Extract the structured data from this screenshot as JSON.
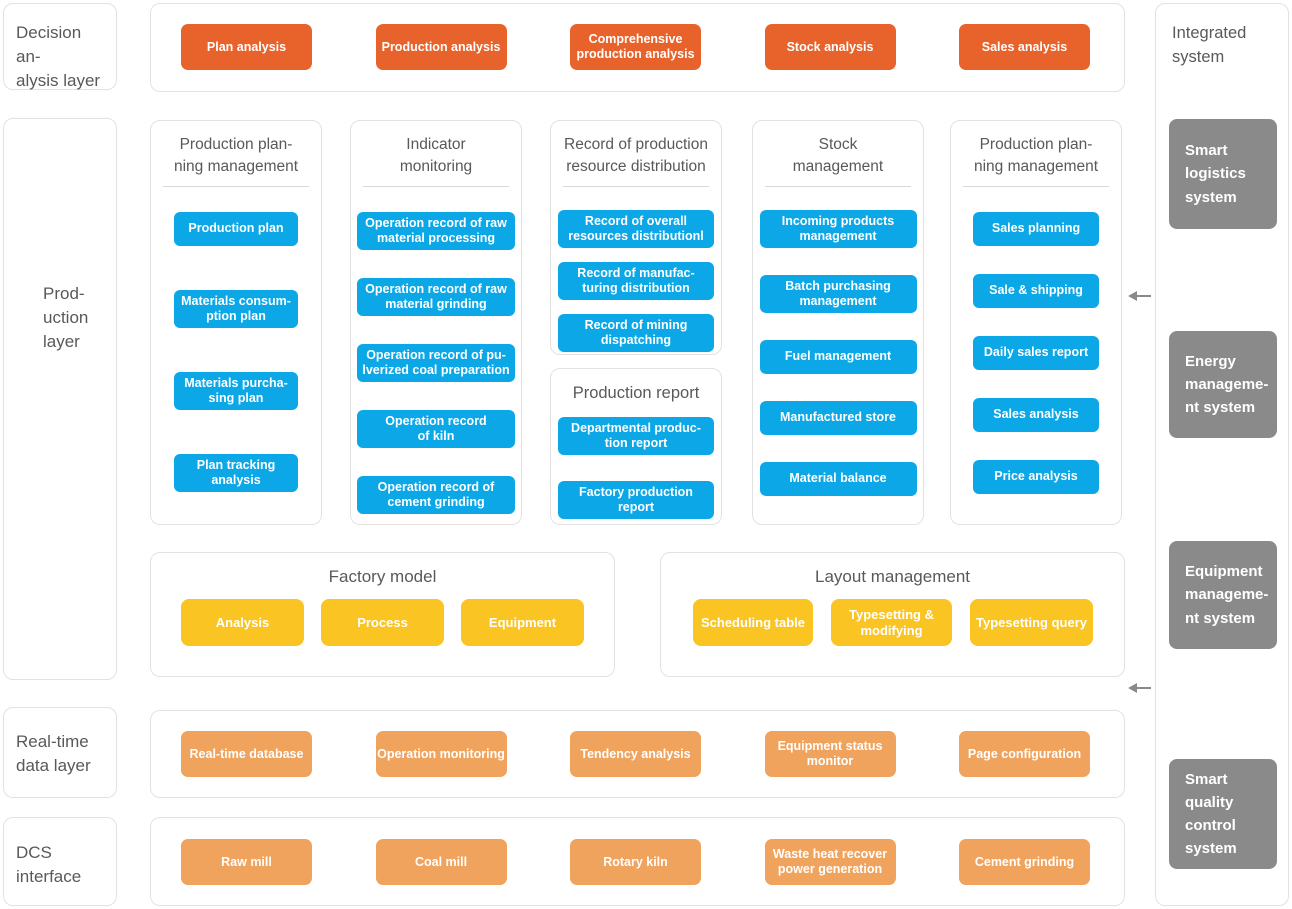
{
  "colors": {
    "orange": "#E8632C",
    "light_orange": "#F0A35C",
    "blue": "#0BA7E7",
    "yellow": "#FAC422",
    "gray_system_box": "#8A8A8A",
    "title_text": "#595959",
    "panel_border": "#E2E2E2"
  },
  "layers": {
    "decision": "Decision an-\nalysis layer",
    "production": "Prod-\nuction\nlayer",
    "realtime": "Real-time\ndata layer",
    "dcs": "DCS\ninterface"
  },
  "decision_row": [
    "Plan analysis",
    "Production analysis",
    "Comprehensive\nproduction analysis",
    "Stock analysis",
    "Sales analysis"
  ],
  "columns": [
    {
      "title": "Production plan-\nning management",
      "items": [
        "Production plan",
        "Materials consum-\nption plan",
        "Materials purcha-\nsing plan",
        "Plan tracking\nanalysis"
      ]
    },
    {
      "title": "Indicator\nmonitoring",
      "items": [
        "Operation record of raw\nmaterial processing",
        "Operation record of raw\nmaterial grinding",
        "Operation record of pu-\nlverized coal preparation",
        "Operation record\nof kiln",
        "Operation record of\ncement grinding"
      ]
    },
    {
      "title": "Record of production\nresource distribution",
      "items": [
        "Record of overall\nresources distributionl",
        "Record of manufac-\nturing distribution",
        "Record of mining\ndispatching"
      ]
    },
    {
      "title": "Production report",
      "items": [
        "Departmental produc-\ntion report",
        "Factory production\nreport"
      ]
    },
    {
      "title": "Stock\nmanagement",
      "items": [
        "Incoming products\nmanagement",
        "Batch purchasing\nmanagement",
        "Fuel management",
        "Manufactured store",
        "Material balance"
      ]
    },
    {
      "title": "Production plan-\nning management",
      "items": [
        "Sales planning",
        "Sale & shipping",
        "Daily sales report",
        "Sales analysis",
        "Price analysis"
      ]
    }
  ],
  "factory_model": {
    "title": "Factory model",
    "buttons": [
      "Analysis",
      "Process",
      "Equipment"
    ]
  },
  "layout_management": {
    "title": "Layout management",
    "buttons": [
      "Scheduling table",
      "Typesetting &\nmodifying",
      "Typesetting query"
    ]
  },
  "realtime_row": [
    "Real-time database",
    "Operation monitoring",
    "Tendency analysis",
    "Equipment status\nmonitor",
    "Page configuration"
  ],
  "dcs_row": [
    "Raw mill",
    "Coal mill",
    "Rotary kiln",
    "Waste heat recover\npower generation",
    "Cement grinding"
  ],
  "integrated": {
    "title": "Integrated\nsystem",
    "systems": [
      "Smart\nlogistics\nsystem",
      "Energy\nmanageme-\nnt system",
      "Equipment\nmanageme-\nnt system",
      "Smart\nquality\ncontrol\nsystem"
    ]
  }
}
